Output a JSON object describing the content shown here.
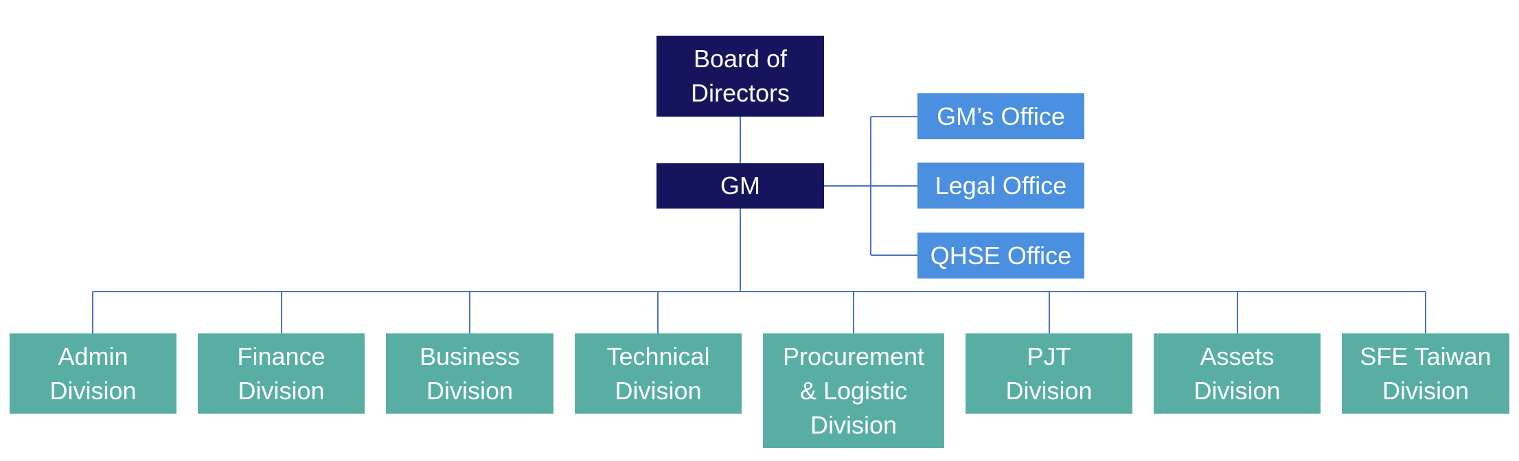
{
  "nodes": {
    "board": "Board of\nDirectors",
    "gm": "GM",
    "staff_offices": [
      "GM’s Office",
      "Legal Office",
      "QHSE Office"
    ],
    "divisions": [
      "Admin\nDivision",
      "Finance\nDivision",
      "Business\nDivision",
      "Technical\nDivision",
      "Procurement\n& Logistic\nDivision",
      "PJT\nDivision",
      "Assets\nDivision",
      "SFE Taiwan\nDivision"
    ]
  },
  "colors": {
    "executive": "#15145c",
    "staff_office": "#4a8fe0",
    "division": "#59aea4",
    "connector": "#4a72c4"
  }
}
